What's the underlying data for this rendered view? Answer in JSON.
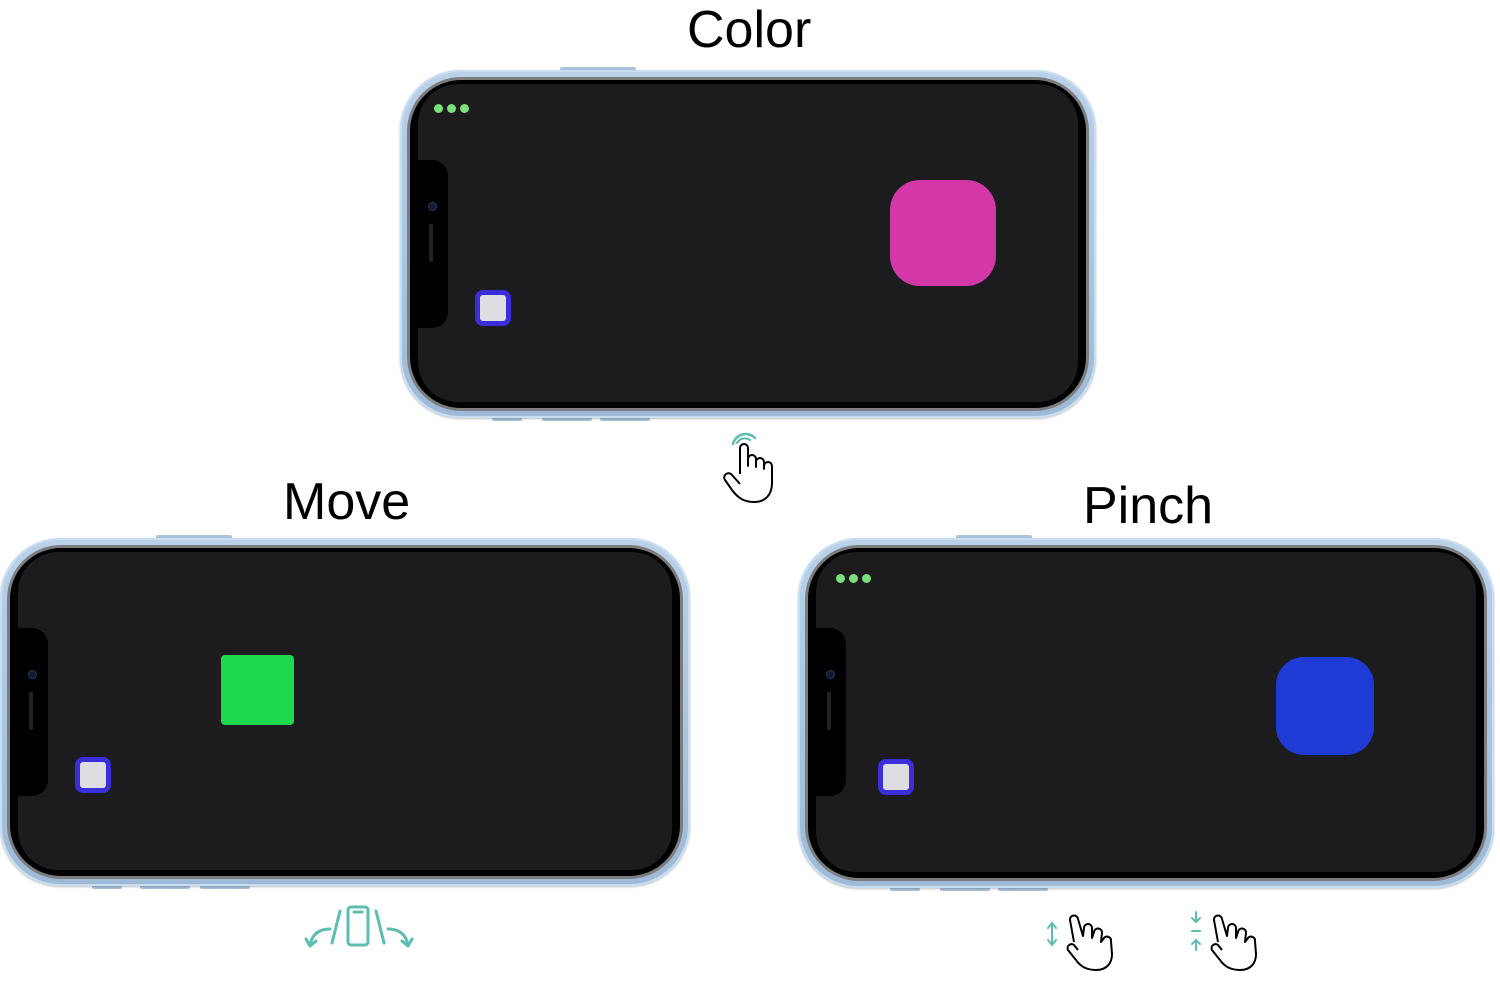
{
  "labels": {
    "color": "Color",
    "move": "Move",
    "pinch": "Pinch"
  },
  "phones": {
    "color": {
      "dots_color": "#7be07b",
      "button_border": "#3b2ed8",
      "button_fill": "#dedde2",
      "shape_color": "#d438a8",
      "shape": "rounded-square",
      "gesture_icon": "tap-hand-icon"
    },
    "move": {
      "button_border": "#3b2ed8",
      "button_fill": "#dedde2",
      "shape_color": "#1ed94d",
      "shape": "square",
      "gesture_icon": "tilt-phone-icon"
    },
    "pinch": {
      "dots_color": "#7be07b",
      "button_border": "#3b2ed8",
      "button_fill": "#dedde2",
      "shape_color": "#1f3bd6",
      "shape": "rounded-square",
      "gesture_icon": "pinch-hand-icon"
    }
  },
  "colors": {
    "screen": "#1c1c1e",
    "frame": "#a7c2de",
    "gesture_accent": "#5dbdb0"
  }
}
